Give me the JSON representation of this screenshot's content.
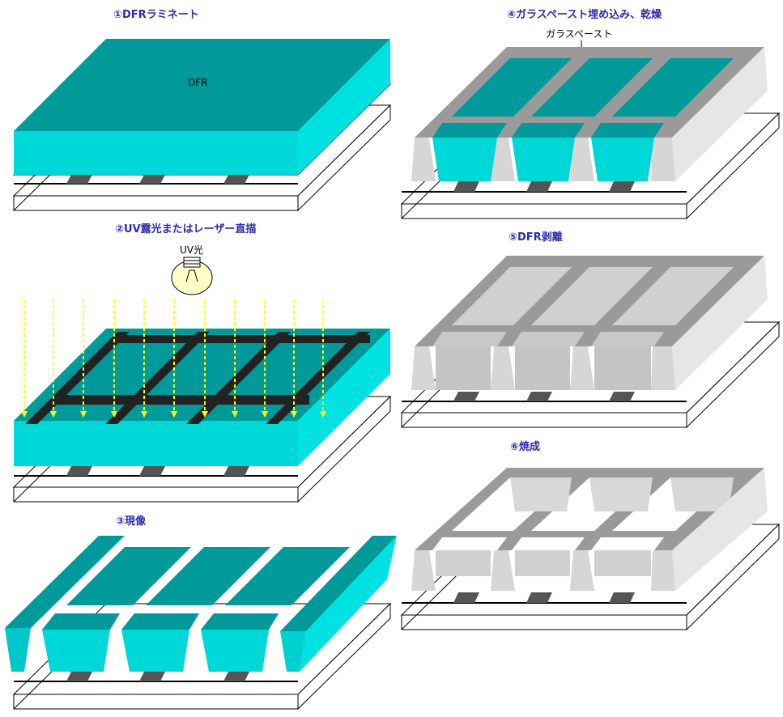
{
  "steps": [
    {
      "title": "①DFRラミネート",
      "label": "DFR"
    },
    {
      "title": "②UV露光またはレーザー直描",
      "label": "UV光"
    },
    {
      "title": "③現像"
    },
    {
      "title": "④ガラスペースト埋め込み、乾燥",
      "label": "ガラスペースト"
    },
    {
      "title": "⑤DFR剥離"
    },
    {
      "title": "⑥焼成"
    }
  ],
  "colors": {
    "dfr_top": "#009a9a",
    "dfr_front": "#00d8d8",
    "dfr_side": "#00e2e2",
    "mask": "#222222",
    "paste_top": "#9a9a9a",
    "paste_light": "#d6d6d6",
    "paste_side": "#e6e6e6",
    "electrode": "#555555",
    "uv_ray": "#ffff00",
    "title": "#2b2bb0"
  }
}
